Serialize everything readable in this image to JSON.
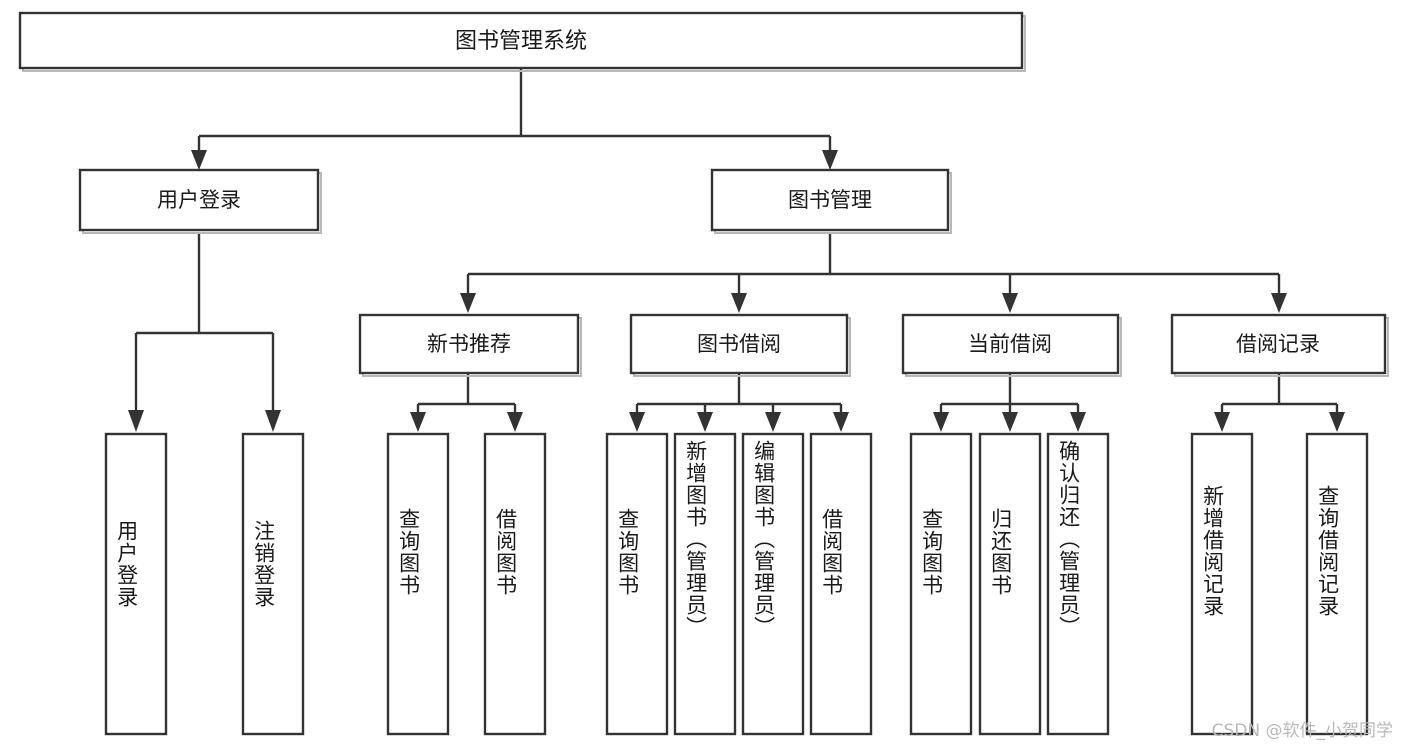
{
  "diagram": {
    "type": "tree",
    "title": "图书管理系统",
    "orientation": "top-down",
    "colors": {
      "box_stroke": "#333333",
      "box_fill": "#ffffff",
      "text": "#1a1a1a",
      "connector": "#333333",
      "watermark": "#b9b9b9",
      "background": "#ffffff"
    },
    "root": {
      "label": "图书管理系统"
    },
    "level2": [
      {
        "label": "用户登录"
      },
      {
        "label": "图书管理"
      }
    ],
    "level3": [
      {
        "label": "新书推荐"
      },
      {
        "label": "图书借阅"
      },
      {
        "label": "当前借阅"
      },
      {
        "label": "借阅记录"
      }
    ],
    "leaves": {
      "user_login": [
        {
          "label": "用户登录"
        },
        {
          "label": "注销登录"
        }
      ],
      "new_book_recommend": [
        {
          "label": "查询图书"
        },
        {
          "label": "借阅图书"
        }
      ],
      "book_borrow": [
        {
          "label": "查询图书"
        },
        {
          "label": "新增图书（管理员）"
        },
        {
          "label": "编辑图书（管理员）"
        },
        {
          "label": "借阅图书"
        }
      ],
      "current_borrow": [
        {
          "label": "查询图书"
        },
        {
          "label": "归还图书"
        },
        {
          "label": "确认归还（管理员）"
        }
      ],
      "borrow_record": [
        {
          "label": "新增借阅记录"
        },
        {
          "label": "查询借阅记录"
        }
      ]
    }
  },
  "watermark": {
    "text": "CSDN @软件_小贺同学"
  }
}
